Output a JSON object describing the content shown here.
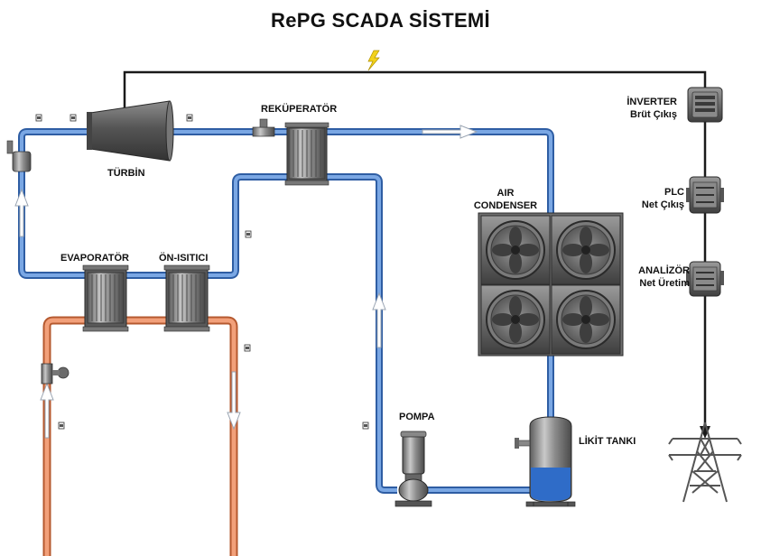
{
  "title": "RePG SCADA SİSTEMİ",
  "labels": {
    "turbine": "TÜRBİN",
    "recuperator": "REKÜPERATÖR",
    "evaporator": "EVAPORATÖR",
    "preheater": "ÖN-ISITICI",
    "air_condenser_line1": "AIR",
    "air_condenser_line2": "CONDENSER",
    "pump": "POMPA",
    "liquid_tank": "LİKİT TANKI",
    "inverter_line1": "İNVERTER",
    "inverter_line2": "Brüt Çıkış",
    "plc_line1": "PLC",
    "plc_line2": "Net Çıkış",
    "analyzer_line1": "ANALİZÖR",
    "analyzer_line2": "Net Üretim"
  },
  "colors": {
    "working_fluid_pipe": "#4a7cc2",
    "heat_source_pipe": "#e88a5c",
    "electrical_line": "#1a1a1a",
    "equipment_gray": "#8a8a8a",
    "tank_liquid": "#2f6cc8",
    "lightning": "#f2d21a"
  },
  "icons": {
    "power_indicator": "lightning-icon",
    "grid_tower": "transmission-tower-icon",
    "fan": "fan-icon"
  }
}
